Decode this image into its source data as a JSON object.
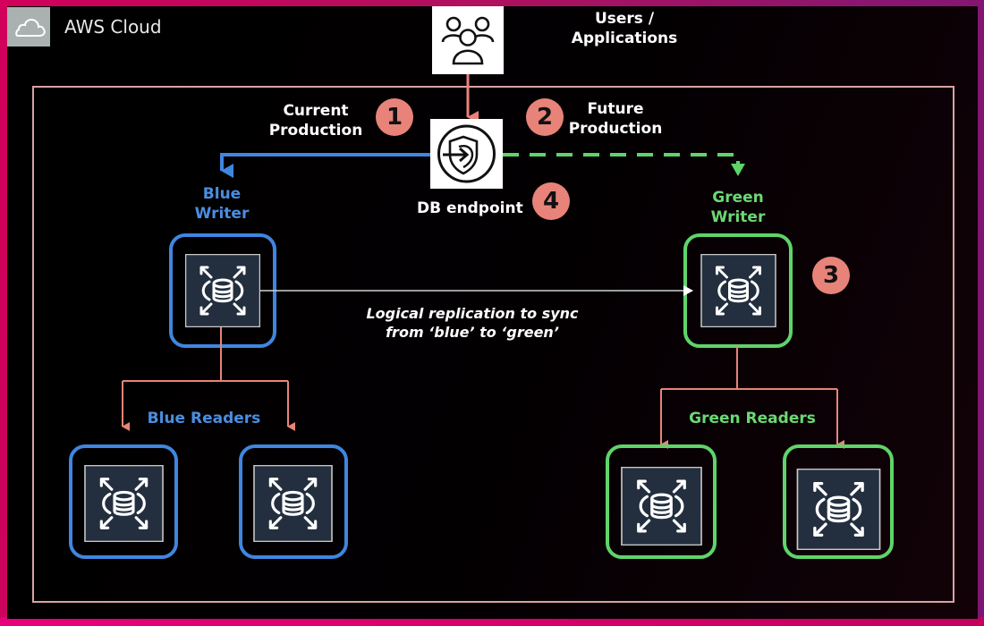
{
  "cloud": {
    "title": "AWS Cloud",
    "icon": "cloud-icon"
  },
  "users": {
    "label_line1": "Users /",
    "label_line2": "Applications",
    "icon": "users-icon"
  },
  "endpoint": {
    "label": "DB endpoint",
    "icon": "endpoint-shield-icon"
  },
  "flows": {
    "current": {
      "line1": "Current",
      "line2": "Production",
      "badge": "1"
    },
    "future": {
      "line1": "Future",
      "line2": "Production",
      "badge": "2"
    },
    "green_writer_badge": "3",
    "endpoint_badge": "4"
  },
  "blue": {
    "writer_line1": "Blue",
    "writer_line2": "Writer",
    "readers_label": "Blue Readers",
    "color": "#3f86e0"
  },
  "green": {
    "writer_line1": "Green",
    "writer_line2": "Writer",
    "readers_label": "Green Readers",
    "color": "#5fd469"
  },
  "replication": {
    "line1": "Logical replication to sync",
    "line2": "from ‘blue’ to ‘green’"
  },
  "colors": {
    "connector": "#e8837a",
    "badge": "#e8837a",
    "container_border": "#d9a3a3",
    "db_tile": "#232f3e"
  },
  "icons": {
    "database": "rds-database-icon"
  }
}
